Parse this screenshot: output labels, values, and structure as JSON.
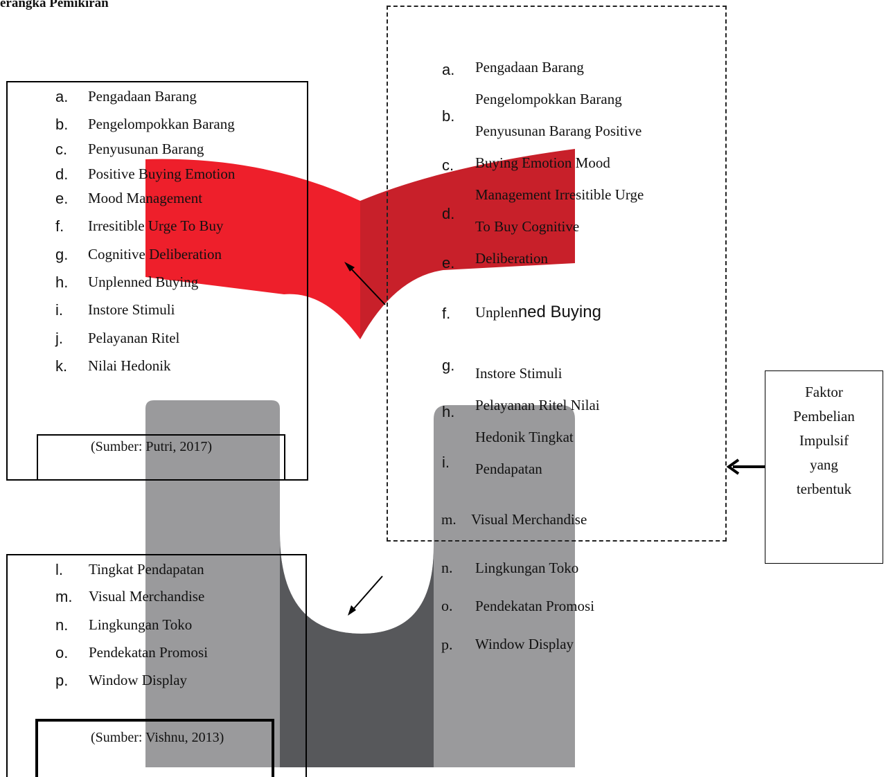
{
  "title": "erangka Pemikiran",
  "left_top_box": {
    "items": [
      {
        "letter": "a.",
        "text": "Pengadaan Barang"
      },
      {
        "letter": "b.",
        "text": "Pengelompokkan Barang"
      },
      {
        "letter": "c.",
        "text": "Penyusunan Barang"
      },
      {
        "letter": "d.",
        "text": "Positive Buying Emotion"
      },
      {
        "letter": "e.",
        "text": "Mood Management"
      },
      {
        "letter": "f.",
        "text": "Irresitible Urge To Buy"
      },
      {
        "letter": "g.",
        "text": "Cognitive Deliberation"
      },
      {
        "letter": "h.",
        "text": "Unplenned Buying"
      },
      {
        "letter": "i.",
        "text": "Instore Stimuli"
      },
      {
        "letter": "j.",
        "text": "Pelayanan Ritel"
      },
      {
        "letter": "k.",
        "text": "Nilai Hedonik"
      }
    ],
    "source": "(Sumber: Putri, 2017)"
  },
  "left_bottom_box": {
    "items": [
      {
        "letter": "l.",
        "text": "Tingkat Pendapatan"
      },
      {
        "letter": "m.",
        "text": "Visual Merchandise"
      },
      {
        "letter": "n.",
        "text": "Lingkungan Toko"
      },
      {
        "letter": "o.",
        "text": "Pendekatan Promosi"
      },
      {
        "letter": "p.",
        "text": "Window Display"
      }
    ],
    "source": "(Sumber: Vishnu, 2013)"
  },
  "right_box": {
    "letters": [
      "a.",
      "b.",
      "c.",
      "d.",
      "e.",
      "f.",
      "g.",
      "h.",
      "i."
    ],
    "lines": [
      "Pengadaan Barang",
      "Pengelompokkan Barang",
      "Penyusunan Barang Positive",
      "Buying Emotion Mood",
      "Management Irresitible Urge",
      "To Buy Cognitive",
      "Deliberation",
      "Unplenned Buying",
      "Instore Stimuli",
      "Pelayanan Ritel Nilai",
      "Hedonik Tingkat",
      "Pendapatan"
    ],
    "f_text_serif": "Unplen",
    "f_text_sans": "ned Buying",
    "tail_items": [
      {
        "letter": "m.",
        "text": "Visual Merchandise"
      },
      {
        "letter": "n.",
        "text": "Lingkungan Toko"
      },
      {
        "letter": "o.",
        "text": "Pendekatan Promosi"
      },
      {
        "letter": "p.",
        "text": "Window Display"
      }
    ]
  },
  "faktor_box": {
    "lines": [
      "Faktor",
      "Pembelian",
      "Impulsif",
      "yang",
      "terbentuk"
    ]
  },
  "colors": {
    "logo_red": "#ee1f2b",
    "logo_red_dark": "#c8202a",
    "logo_gray": "#9a9a9c",
    "logo_dark": "#57585b"
  }
}
